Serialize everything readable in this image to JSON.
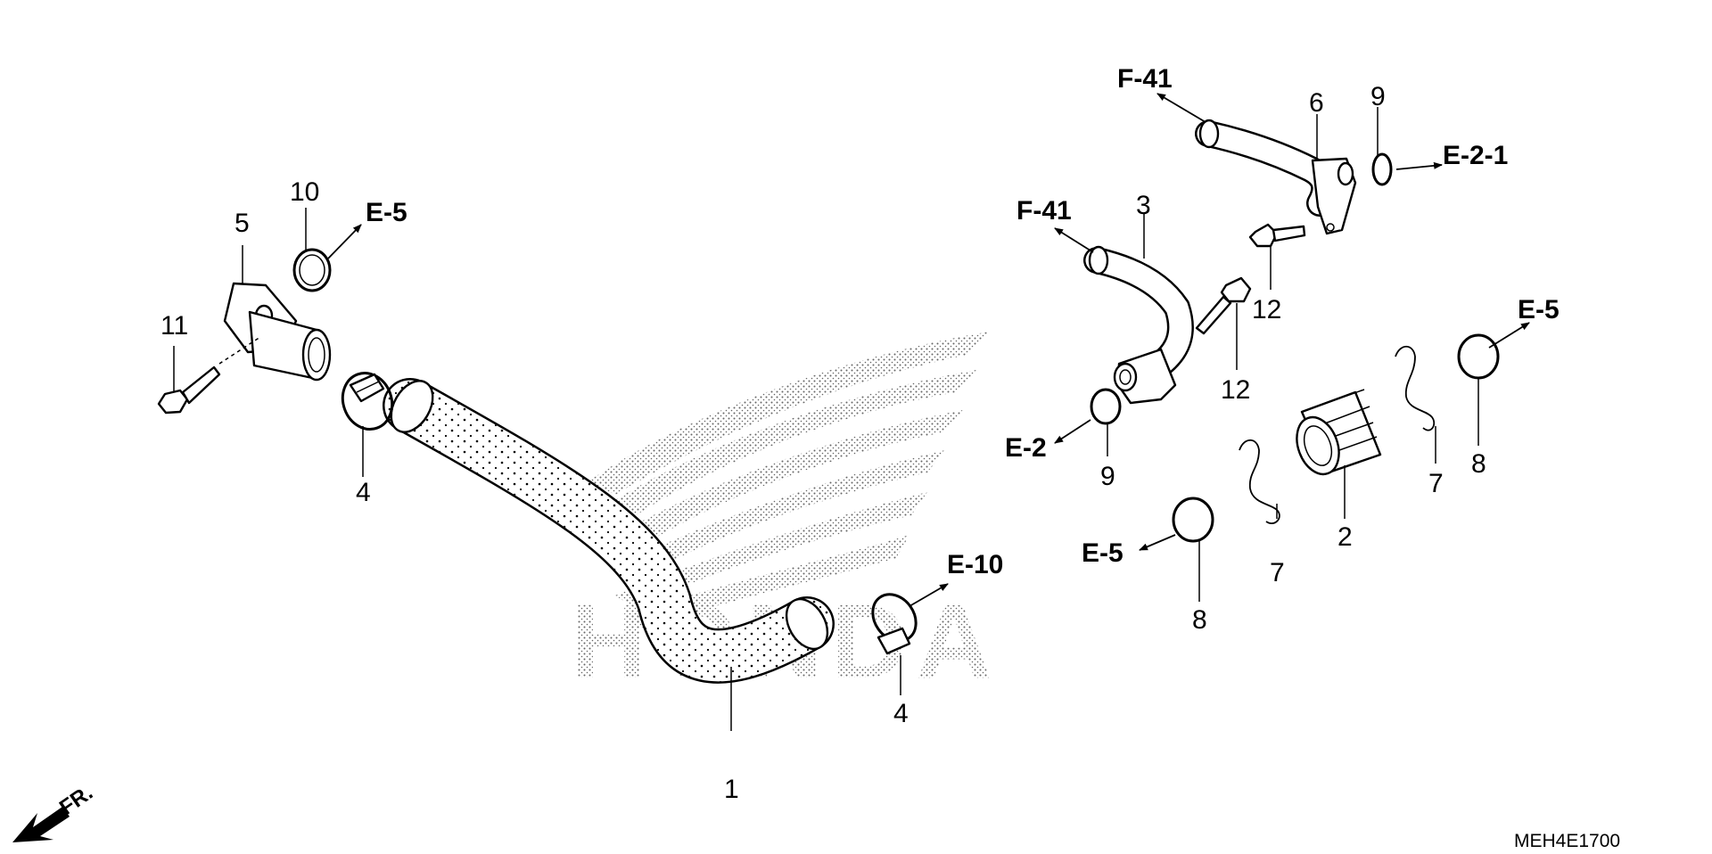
{
  "diagram": {
    "code": "MEH4E1700",
    "front_label": "FR.",
    "watermark": "HONDA",
    "callouts": {
      "1": "1",
      "2": "2",
      "3": "3",
      "4a": "4",
      "4b": "4",
      "5": "5",
      "6": "6",
      "7a": "7",
      "7b": "7",
      "8a": "8",
      "8b": "8",
      "9a": "9",
      "9b": "9",
      "10": "10",
      "11": "11",
      "12a": "12",
      "12b": "12"
    },
    "references": {
      "e5_left": "E-5",
      "e10": "E-10",
      "f41_top": "F-41",
      "e21": "E-2-1",
      "f41_mid": "F-41",
      "e5_right": "E-5",
      "e2": "E-2",
      "e5_lower": "E-5"
    }
  }
}
